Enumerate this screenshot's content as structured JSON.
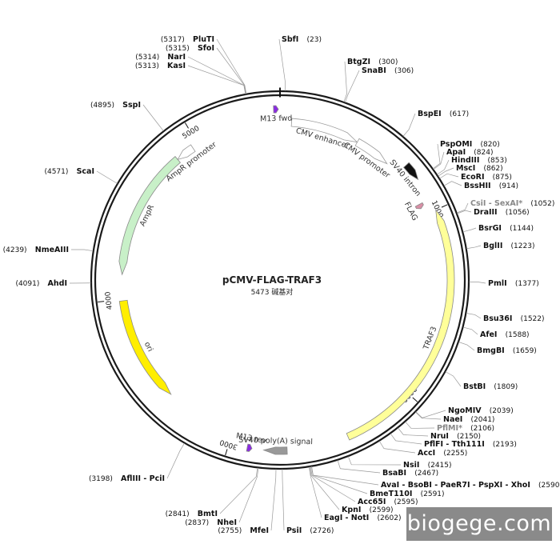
{
  "plasmid": {
    "name": "pCMV-FLAG-TRAF3",
    "size_label": "5473 碱基对",
    "length": 5473
  },
  "watermark": "biogege.com",
  "ticks": [
    {
      "bp": 1000,
      "label": "1000"
    },
    {
      "bp": 2000,
      "label": "2000"
    },
    {
      "bp": 3000,
      "label": "3000"
    },
    {
      "bp": 4000,
      "label": "4000"
    },
    {
      "bp": 5000,
      "label": "5000"
    }
  ],
  "features": [
    {
      "name": "CMV enhancer",
      "start": 64,
      "end": 444,
      "strand": 1,
      "color": "#ffffff",
      "track": 1,
      "label": "CMV enhancer"
    },
    {
      "name": "CMV promoter",
      "start": 445,
      "end": 648,
      "strand": 1,
      "color": "#ffffff",
      "track": 1,
      "label": "CMV promoter"
    },
    {
      "name": "SV40 intron",
      "start": 725,
      "end": 820,
      "strand": 1,
      "color": "#111111",
      "track": 0,
      "label": "SV40 intron"
    },
    {
      "name": "FLAG",
      "start": 935,
      "end": 960,
      "strand": 1,
      "color": "#d98fa6",
      "track": 1,
      "label": "FLAG"
    },
    {
      "name": "TRAF3",
      "start": 1000,
      "end": 2380,
      "strand": -1,
      "color": "#ffff99",
      "track": 0,
      "label": "TRAF3"
    },
    {
      "name": "SV40 poly(A) signal",
      "start": 2700,
      "end": 2820,
      "strand": 1,
      "color": "#999999",
      "track": 0,
      "label": "SV40 poly(A) signal"
    },
    {
      "name": "M13 rev",
      "start": 2880,
      "end": 2905,
      "strand": -1,
      "color": "#8a2be2",
      "track": 0,
      "label": "M13 rev"
    },
    {
      "name": "ori",
      "start": 3400,
      "end": 3990,
      "strand": -1,
      "color": "#ffee00",
      "track": 1,
      "label": "ori"
    },
    {
      "name": "AmpR",
      "start": 4135,
      "end": 4860,
      "strand": -1,
      "color": "#c8f0c8",
      "track": 1,
      "label": "AmpR"
    },
    {
      "name": "AmpR promoter",
      "start": 4860,
      "end": 4965,
      "strand": -1,
      "color": "#ffffff",
      "track": 1,
      "label": "AmpR promoter"
    },
    {
      "name": "M13 fwd",
      "start": 5440,
      "end": 5465,
      "strand": 1,
      "color": "#8a2be2",
      "track": 0,
      "label": "M13 fwd"
    }
  ],
  "sites": [
    {
      "name": "PluTI",
      "pos": "(5317)",
      "bp": 5317
    },
    {
      "name": "SfoI",
      "pos": "(5315)",
      "bp": 5315
    },
    {
      "name": "NarI",
      "pos": "(5314)",
      "bp": 5314
    },
    {
      "name": "KasI",
      "pos": "(5313)",
      "bp": 5313
    },
    {
      "name": "SbfI",
      "pos": "(23)",
      "bp": 23
    },
    {
      "name": "BtgZI",
      "pos": "(300)",
      "bp": 300
    },
    {
      "name": "SnaBI",
      "pos": "(306)",
      "bp": 306
    },
    {
      "name": "BspEI",
      "pos": "(617)",
      "bp": 617
    },
    {
      "name": "PspOMI",
      "pos": "(820)",
      "bp": 820
    },
    {
      "name": "ApaI",
      "pos": "(824)",
      "bp": 824
    },
    {
      "name": "HindIII",
      "pos": "(853)",
      "bp": 853
    },
    {
      "name": "MscI",
      "pos": "(862)",
      "bp": 862
    },
    {
      "name": "EcoRI",
      "pos": "(875)",
      "bp": 875
    },
    {
      "name": "BssHII",
      "pos": "(914)",
      "bp": 914
    },
    {
      "name": "CsiI - SexAI*",
      "pos": "(1052)",
      "bp": 1052
    },
    {
      "name": "DraIII",
      "pos": "(1056)",
      "bp": 1056
    },
    {
      "name": "BsrGI",
      "pos": "(1144)",
      "bp": 1144
    },
    {
      "name": "BglII",
      "pos": "(1223)",
      "bp": 1223
    },
    {
      "name": "PmlI",
      "pos": "(1377)",
      "bp": 1377
    },
    {
      "name": "Bsu36I",
      "pos": "(1522)",
      "bp": 1522
    },
    {
      "name": "AfeI",
      "pos": "(1588)",
      "bp": 1588
    },
    {
      "name": "BmgBI",
      "pos": "(1659)",
      "bp": 1659
    },
    {
      "name": "BstBI",
      "pos": "(1809)",
      "bp": 1809
    },
    {
      "name": "NgoMIV",
      "pos": "(2039)",
      "bp": 2039
    },
    {
      "name": "NaeI",
      "pos": "(2041)",
      "bp": 2041
    },
    {
      "name": "PflMI*",
      "pos": "(2106)",
      "bp": 2106
    },
    {
      "name": "NruI",
      "pos": "(2150)",
      "bp": 2150
    },
    {
      "name": "PflFI - Tth111I",
      "pos": "(2193)",
      "bp": 2193
    },
    {
      "name": "AccI",
      "pos": "(2255)",
      "bp": 2255
    },
    {
      "name": "NsiI",
      "pos": "(2415)",
      "bp": 2415
    },
    {
      "name": "BsaBI",
      "pos": "(2467)",
      "bp": 2467
    },
    {
      "name": "AvaI - BsoBI - PaeR7I - PspXI - XhoI",
      "pos": "(2590)",
      "bp": 2590
    },
    {
      "name": "BmeT110I",
      "pos": "(2591)",
      "bp": 2591
    },
    {
      "name": "Acc65I",
      "pos": "(2595)",
      "bp": 2595
    },
    {
      "name": "KpnI",
      "pos": "(2599)",
      "bp": 2599
    },
    {
      "name": "EagI - NotI",
      "pos": "(2602)",
      "bp": 2602
    },
    {
      "name": "PsiI",
      "pos": "(2726)",
      "bp": 2726
    },
    {
      "name": "MfeI",
      "pos": "(2755)",
      "bp": 2755
    },
    {
      "name": "NheI",
      "pos": "(2837)",
      "bp": 2837
    },
    {
      "name": "BmtI",
      "pos": "(2841)",
      "bp": 2841
    },
    {
      "name": "AflIII - PciI",
      "pos": "(3198)",
      "bp": 3198
    },
    {
      "name": "AhdI",
      "pos": "(4091)",
      "bp": 4091
    },
    {
      "name": "NmeAIII",
      "pos": "(4239)",
      "bp": 4239
    },
    {
      "name": "ScaI",
      "pos": "(4571)",
      "bp": 4571
    },
    {
      "name": "SspI",
      "pos": "(4895)",
      "bp": 4895
    }
  ]
}
